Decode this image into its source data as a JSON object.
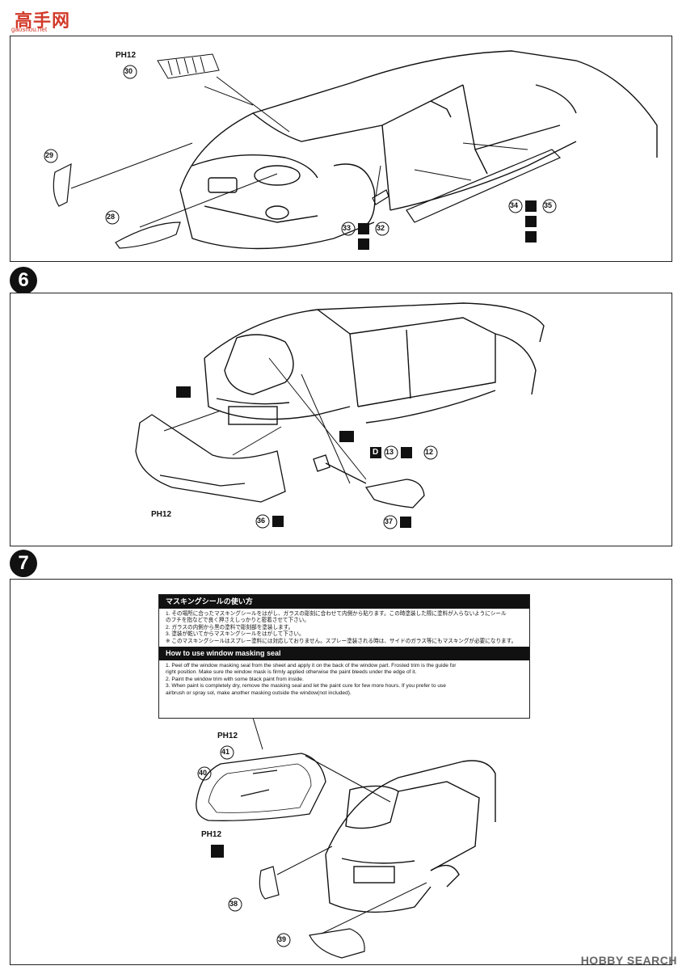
{
  "site": {
    "logo": "高手网",
    "logo_sub": "gaoshou.net"
  },
  "watermark": "HOBBY SEARCH",
  "steps": [
    {
      "number": "6"
    },
    {
      "number": "7"
    }
  ],
  "step5": {
    "paint_marks": [
      "PH12"
    ],
    "parts": [
      "30",
      "29",
      "28",
      "33",
      "32",
      "34",
      "35"
    ]
  },
  "step6": {
    "paint_marks": [
      "PH12"
    ],
    "parts": [
      "D",
      "13",
      "12",
      "36",
      "37"
    ]
  },
  "step7": {
    "paint_marks": [
      "PH12",
      "PH12"
    ],
    "parts": [
      "41",
      "40",
      "38",
      "39"
    ],
    "masking_box": {
      "title_jp": "マスキングシールの使い方",
      "lines_jp": [
        "1. その場所に合ったマスキングシールをはがし、ガラスの彫刻に合わせて内側から貼ります。この時塗装した際に塗料が入らないようにシール",
        "のフチを指などで良く押さえしっかりと密着させて下さい。",
        "2. ガラスの内側から黒の塗料で彫刻部を塗装します。",
        "3. 塗装が乾いてからマスキングシールをはがして下さい。",
        "※ このマスキングシールはスプレー塗料には対応しておりません。スプレー塗装される時は、サイドのガラス等にもマスキングが必要になります。"
      ],
      "title_en": "How to use window masking seal",
      "lines_en": [
        "1. Peel off the window masking seal from the sheet and apply it on the back of the window part. Frosted trim is the guide for",
        "right position. Make sure the window mask is firmly applied otherwise the paint bleeds under the edge of it.",
        "2. Paint the window trim with some black paint from inside.",
        "3. When paint is completely dry, remove the masking seal and let the paint cure for few more hours. If you prefer to use",
        "airbrush or spray sol, make another masking outside the window(not included)."
      ]
    }
  }
}
